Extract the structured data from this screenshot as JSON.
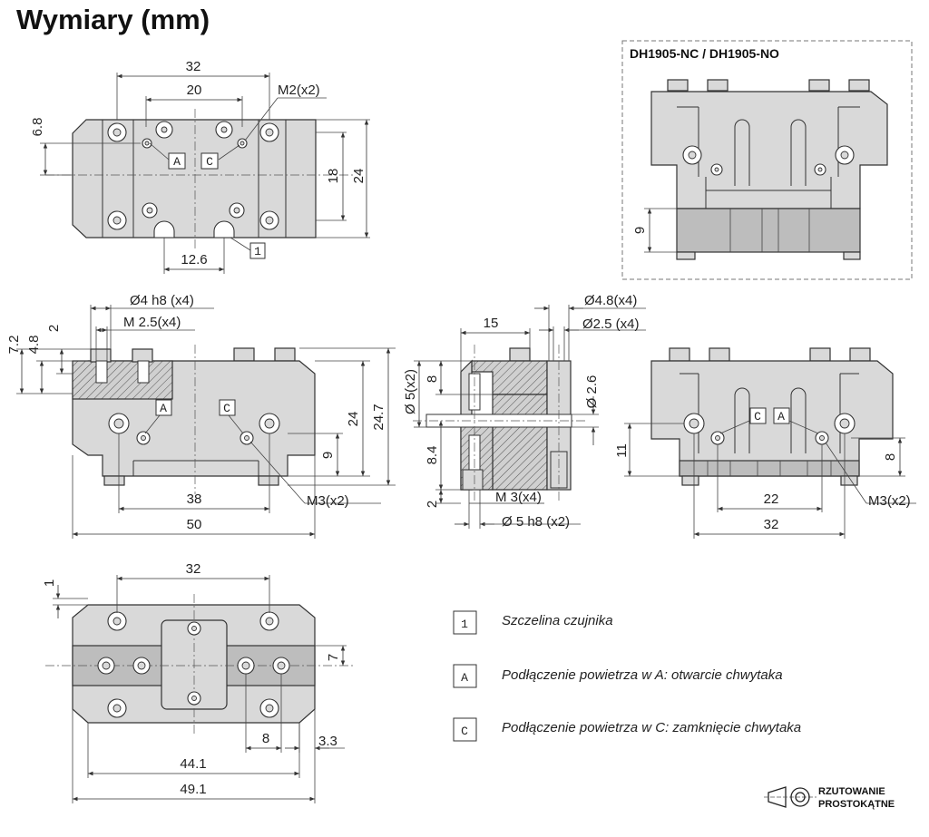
{
  "title": "Wymiary (mm)",
  "variant_title": "DH1905-NC / DH1905-NO",
  "projection_label_1": "RZUTOWANIE",
  "projection_label_2": "PROSTOKĄTNE",
  "markers": {
    "one": "1",
    "a": "A",
    "c": "C"
  },
  "top_view": {
    "d32": "32",
    "d20": "20",
    "m2": "M2(x2)",
    "d6_8": "6.8",
    "d18": "18",
    "d24": "24",
    "d12_6": "12.6"
  },
  "variant_view": {
    "d9": "9"
  },
  "side_view": {
    "d4h8": "Ø4 h8 (x4)",
    "m2_5": "M 2.5(x4)",
    "d7_2": "7.2",
    "d4_8": "4.8",
    "d2": "2",
    "d24": "24",
    "d24_7": "24.7",
    "d9": "9",
    "d38": "38",
    "d50": "50",
    "m3": "M3(x2)"
  },
  "section_view": {
    "d15": "15",
    "d4_8": "Ø4.8(x4)",
    "d2_5": "Ø2.5 (x4)",
    "d5x2": "Ø 5(x2)",
    "d8": "8",
    "d2_6": "Ø 2.6",
    "d8_4": "8.4",
    "d2": "2",
    "m3x4": "M 3(x4)",
    "d5h8": "Ø 5 h8 (x2)"
  },
  "end_view": {
    "d11": "11",
    "d8": "8",
    "d22": "22",
    "d32": "32",
    "m3": "M3(x2)"
  },
  "bottom_view": {
    "d1": "1",
    "d32": "32",
    "d7": "7",
    "d8": "8",
    "d3_3": "3.3",
    "d44_1": "44.1",
    "d49_1": "49.1"
  },
  "legend": [
    {
      "key": "1",
      "text": "Szczelina czujnika"
    },
    {
      "key": "A",
      "text": "Podłączenie powietrza w A: otwarcie chwytaka"
    },
    {
      "key": "C",
      "text": "Podłączenie powietrza w C: zamknięcie chwytaka"
    }
  ]
}
